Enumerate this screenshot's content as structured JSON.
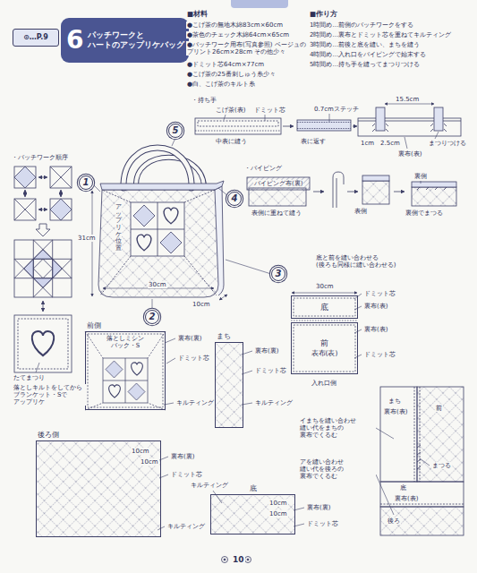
{
  "diagram": {
    "nodes": [
      {
        "text": [
          "⊙…P.9"
        ]
      },
      {
        "text": [
          "6",
          "パッチワークと ハートのアップリケバッグ"
        ]
      },
      {
        "text": [
          "1"
        ]
      },
      {
        "text": [
          "2"
        ]
      },
      {
        "text": [
          "3"
        ]
      },
      {
        "text": [
          "4"
        ]
      },
      {
        "text": [
          "5"
        ]
      },
      {
        "text": [
          "前側",
          "落としミシン",
          "バック・S"
        ]
      },
      {
        "text": [
          "まち"
        ]
      },
      {
        "text": [
          "後ろ側"
        ]
      },
      {
        "text": [
          "底"
        ]
      },
      {
        "text": [
          "底"
        ]
      },
      {
        "text": [
          "前",
          "表布(表)"
        ]
      }
    ],
    "labels": [
      "■材料",
      "●こげ茶の無地木綿83cm×60cm",
      "●茶色のチェック木綿64cm×65cm",
      "●パッチワーク用布(写真参照) ベージュのプリント26cm×28cm その他少々",
      "●ドミット芯64cm×77cm",
      "●こげ茶の25番刺しゅう糸少々",
      "●白、こげ茶のキルト糸",
      "■作り方",
      "1時間め…前側のパッチワークをする",
      "2時間め…裏布とドミット芯を重ねてキルティング",
      "3時間め…前後と底を縫い、まちを縫う",
      "4時間め…入れ口をパイピングで始末する",
      "5時間め…持ち手を縫ってまつりつける",
      "・パッチワーク順序",
      "たてまつり",
      "落としキルトをしてから ブランケット・Sで アップリケ",
      "アップリケ位置",
      "31cm",
      "30cm",
      "10cm",
      "・持ち手",
      "こげ茶(表)",
      "ドミット芯",
      "中表に縫う",
      "0.7cmステッチ",
      "表に返す",
      "15.5cm",
      "1cm",
      "2.5cm",
      "裏布(表)",
      "まつりつける",
      "・パイピング",
      "パイピング布(裏)",
      "表側に重ねて縫う",
      "表側",
      "裏側",
      "裏側でまつる",
      "底と前を縫い合わせる (後ろも同様に縫い合わせる)",
      "30cm",
      "ドミット芯",
      "裏布(表)",
      "裏布(表)",
      "ドミット芯",
      "入れ口側",
      "イまちを縫い合わせ 縫い代をまちの 裏布でくるむ",
      "アを縫い合わせ 縫い代を後ろの 裏布でくるむ",
      "まち",
      "裏布(表)",
      "前",
      "まつる",
      "底",
      "裏布(表)",
      "後ろ",
      "裏布(裏)",
      "ドミット芯",
      "キルティング",
      "裏布(裏)",
      "ドミット芯",
      "キルティング",
      "10cm",
      "10cm",
      "裏布(裏)",
      "ドミット芯",
      "キルティング",
      "キルティング",
      "10cm",
      "10cm",
      "裏布(裏)",
      "ドミット芯",
      "10"
    ]
  }
}
